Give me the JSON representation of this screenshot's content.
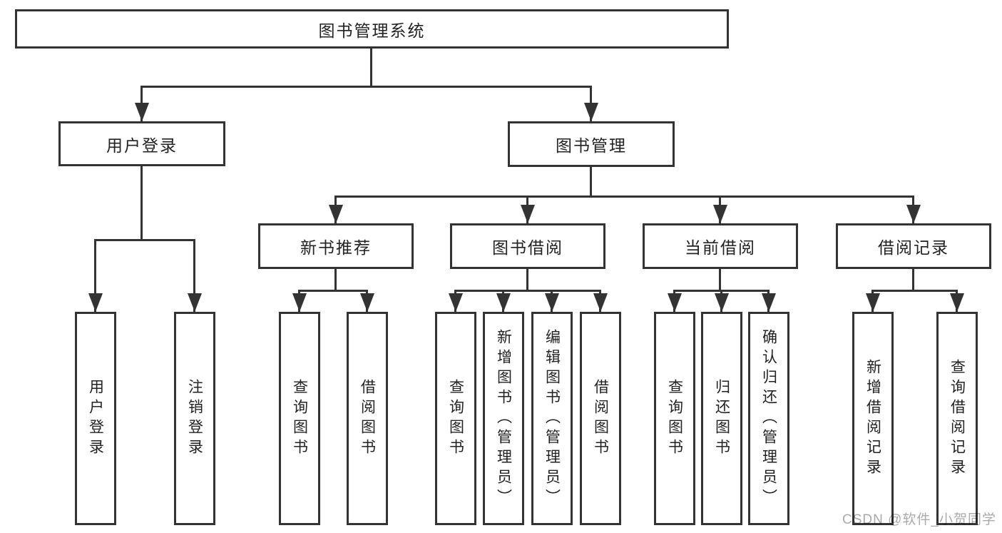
{
  "diagram": {
    "root": "图书管理系统",
    "branches": [
      {
        "label": "用户登录",
        "children": [
          "用户登录",
          "注销登录"
        ]
      },
      {
        "label": "图书管理",
        "groups": [
          {
            "label": "新书推荐",
            "children": [
              "查询图书",
              "借阅图书"
            ]
          },
          {
            "label": "图书借阅",
            "children": [
              "查询图书",
              "新增图书（管理员）",
              "编辑图书（管理员）",
              "借阅图书"
            ]
          },
          {
            "label": "当前借阅",
            "children": [
              "查询图书",
              "归还图书",
              "确认归还（管理员）"
            ]
          },
          {
            "label": "借阅记录",
            "children": [
              "新增借阅记录",
              "查询借阅记录"
            ]
          }
        ]
      }
    ]
  },
  "watermark": {
    "text": "CSDN @软件_小贺同学"
  },
  "colors": {
    "line": "#333333",
    "box_border": "#333333",
    "box_background": "#ffffff",
    "text": "#222222",
    "watermark": "#aaaaaa"
  }
}
